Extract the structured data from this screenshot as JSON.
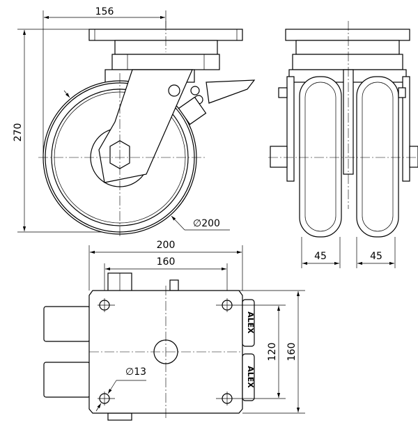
{
  "dimensions": {
    "swivel_offset": "156",
    "overall_height": "270",
    "wheel_diameter": "∅200",
    "wheel_width_left": "45",
    "wheel_width_right": "45",
    "plate_length": "200",
    "bolt_spacing_length": "160",
    "bolt_spacing_width": "120",
    "plate_width": "160",
    "bolt_hole_diameter": "∅13"
  },
  "branding": "ALEX"
}
